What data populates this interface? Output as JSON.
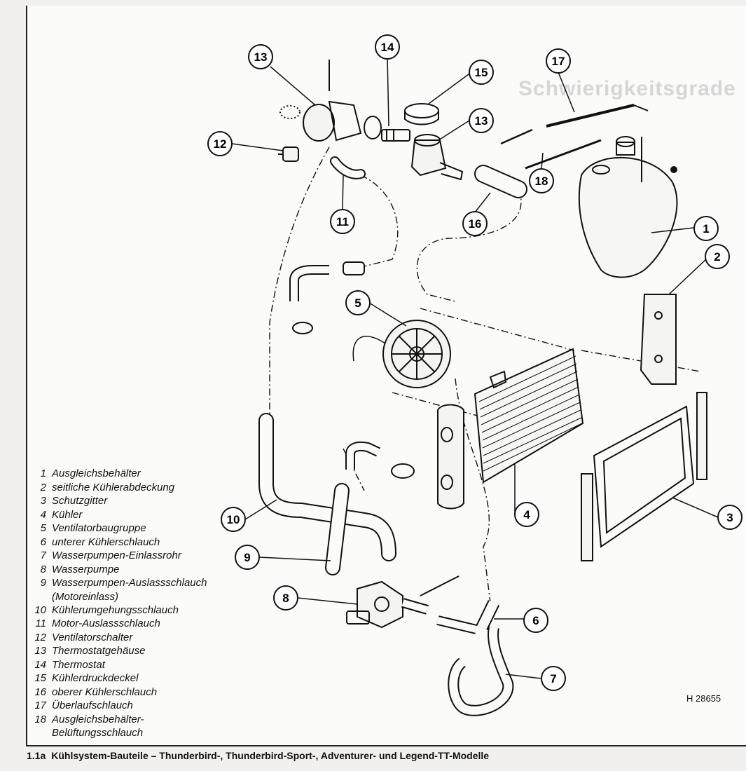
{
  "figure": {
    "number": "1.1a",
    "caption": "Kühlsystem-Bauteile – Thunderbird-, Thunderbird-Sport-, Adventurer- und Legend-TT-Modelle",
    "reference_code": "H 28655"
  },
  "background_text": "Schwierigkeitsgrade",
  "legend": [
    {
      "num": "1",
      "label": "Ausgleichsbehälter"
    },
    {
      "num": "2",
      "label": "seitliche Kühlerabdeckung"
    },
    {
      "num": "3",
      "label": "Schutzgitter"
    },
    {
      "num": "4",
      "label": "Kühler"
    },
    {
      "num": "5",
      "label": "Ventilatorbaugruppe"
    },
    {
      "num": "6",
      "label": "unterer Kühlerschlauch"
    },
    {
      "num": "7",
      "label": "Wasserpumpen-Einlassrohr"
    },
    {
      "num": "8",
      "label": "Wasserpumpe"
    },
    {
      "num": "9",
      "label": "Wasserpumpen-Auslassschlauch",
      "sub": "(Motoreinlass)"
    },
    {
      "num": "10",
      "label": "Kühlerumgehungsschlauch"
    },
    {
      "num": "11",
      "label": "Motor-Auslassschlauch"
    },
    {
      "num": "12",
      "label": "Ventilatorschalter"
    },
    {
      "num": "13",
      "label": "Thermostatgehäuse"
    },
    {
      "num": "14",
      "label": "Thermostat"
    },
    {
      "num": "15",
      "label": "Kühlerdruckdeckel"
    },
    {
      "num": "16",
      "label": "oberer Kühlerschlauch"
    },
    {
      "num": "17",
      "label": "Überlaufschlauch"
    },
    {
      "num": "18",
      "label": "Ausgleichsbehälter-",
      "sub": "Belüftungsschlauch"
    }
  ],
  "callouts": [
    {
      "num": "13"
    },
    {
      "num": "14"
    },
    {
      "num": "15"
    },
    {
      "num": "13"
    },
    {
      "num": "17"
    },
    {
      "num": "12"
    },
    {
      "num": "11"
    },
    {
      "num": "16"
    },
    {
      "num": "18"
    },
    {
      "num": "1"
    },
    {
      "num": "2"
    },
    {
      "num": "5"
    },
    {
      "num": "10"
    },
    {
      "num": "4"
    },
    {
      "num": "3"
    },
    {
      "num": "9"
    },
    {
      "num": "8"
    },
    {
      "num": "6"
    },
    {
      "num": "7"
    }
  ]
}
